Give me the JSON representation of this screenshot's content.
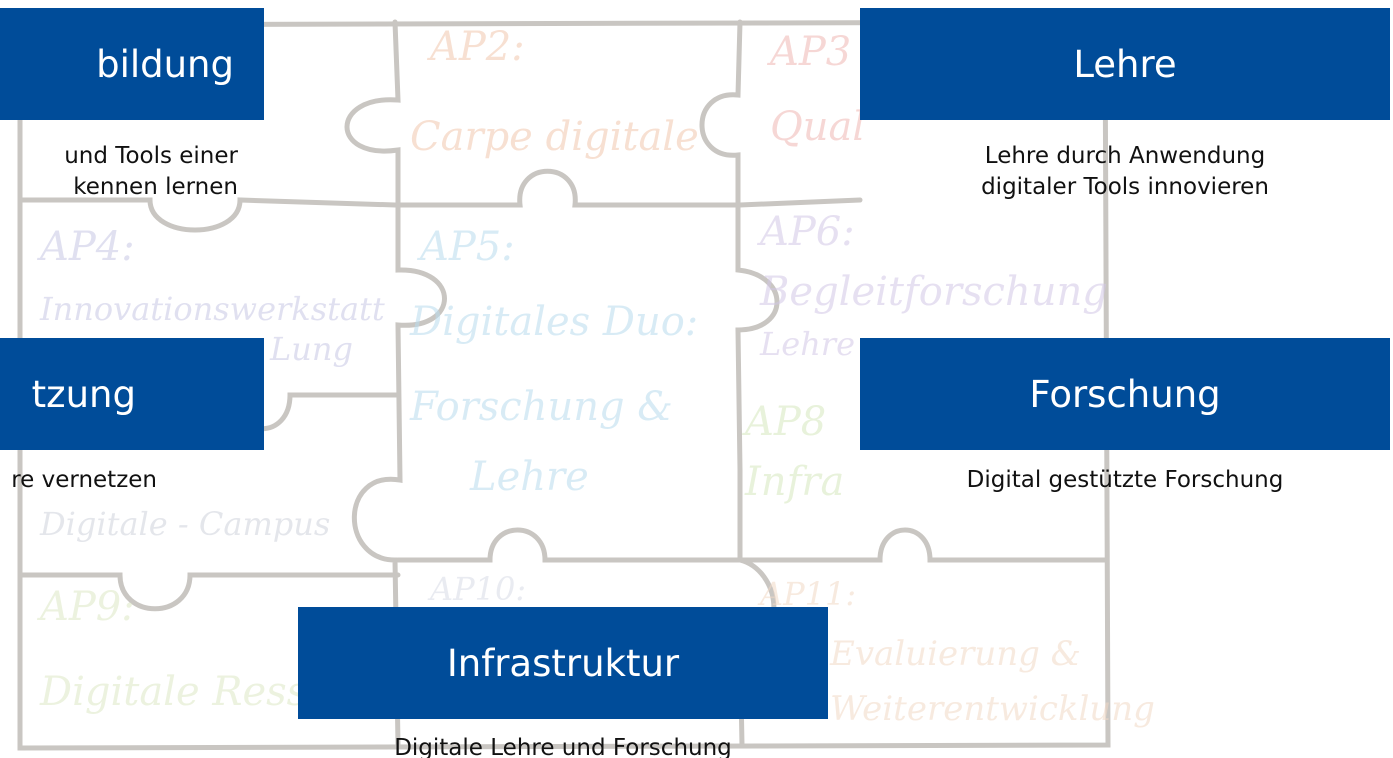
{
  "background": {
    "description_colors": {
      "line": "#c9c6c2",
      "fill": "#f7f6f4"
    },
    "puzzle_pieces": [
      {
        "id": "ap2",
        "labels": [
          "AP2:",
          "Carpe digitale"
        ],
        "color": "#f2c7ae"
      },
      {
        "id": "ap3",
        "labels": [
          "AP3",
          "Qual"
        ],
        "color": "#f0b7b3"
      },
      {
        "id": "ap4",
        "labels": [
          "AP4:",
          "Innovationswerkstatt",
          "Lung"
        ],
        "color": "#c8c8e4"
      },
      {
        "id": "ap5",
        "labels": [
          "AP5:",
          "Digitales Duo:",
          "Forschung &",
          "Lehre"
        ],
        "color": "#b9dcee"
      },
      {
        "id": "ap6",
        "labels": [
          "AP6:",
          "Begleitforschung",
          "Lehre"
        ],
        "color": "#d2c7e6"
      },
      {
        "id": "ap8",
        "labels": [
          "AP8",
          "Infra"
        ],
        "color": "#d7e8bf"
      },
      {
        "id": "ap7",
        "labels": [
          "Digitale - Campus"
        ],
        "color": "#cfd3dc"
      },
      {
        "id": "ap9",
        "labels": [
          "AP9:",
          "Digitale Ress"
        ],
        "color": "#dde9c6"
      },
      {
        "id": "ap10",
        "labels": [
          "AP10:"
        ],
        "color": "#d8dbe6"
      },
      {
        "id": "ap11",
        "labels": [
          "AP11:",
          "Evaluierung &",
          "Weiterentwicklung"
        ],
        "color": "#f2d9c6"
      }
    ]
  },
  "colors": {
    "accent": "#004c99",
    "title_text": "#ffffff",
    "body_text": "#111111"
  },
  "cards": {
    "weiterbildung": {
      "title": "bildung",
      "desc": [
        "und Tools einer",
        "kennen lernen"
      ]
    },
    "lehre": {
      "title": "Lehre",
      "desc": [
        "Lehre durch Anwendung",
        "digitaler Tools innovieren"
      ]
    },
    "vernetzung": {
      "title": "tzung",
      "desc": [
        "re vernetzen"
      ]
    },
    "forschung": {
      "title": "Forschung",
      "desc": [
        "Digital gestützte Forschung"
      ]
    },
    "infrastruktur": {
      "title": "Infrastruktur",
      "desc": [
        "Digitale Lehre und Forschung"
      ]
    }
  }
}
